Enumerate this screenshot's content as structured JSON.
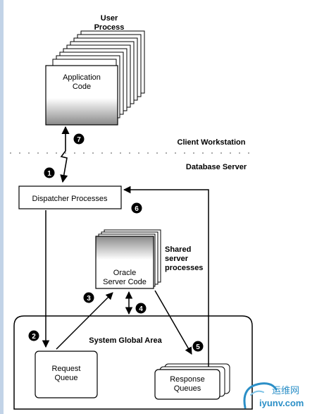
{
  "user_process_title": [
    "User",
    "Process"
  ],
  "application_code": [
    "Application",
    "Code"
  ],
  "client_workstation": "Client Workstation",
  "database_server": "Database Server",
  "dispatcher": "Dispatcher Processes",
  "shared_server_title": [
    "Shared",
    "server",
    "processes"
  ],
  "oracle_server_code": [
    "Oracle",
    "Server Code"
  ],
  "sga": "System Global Area",
  "request_queue": [
    "Request",
    "Queue"
  ],
  "response_queues": [
    "Response",
    "Queues"
  ],
  "steps": [
    "1",
    "2",
    "3",
    "4",
    "5",
    "6",
    "7"
  ],
  "watermark": {
    "cn": "运维网",
    "en": "iyunv.com"
  }
}
